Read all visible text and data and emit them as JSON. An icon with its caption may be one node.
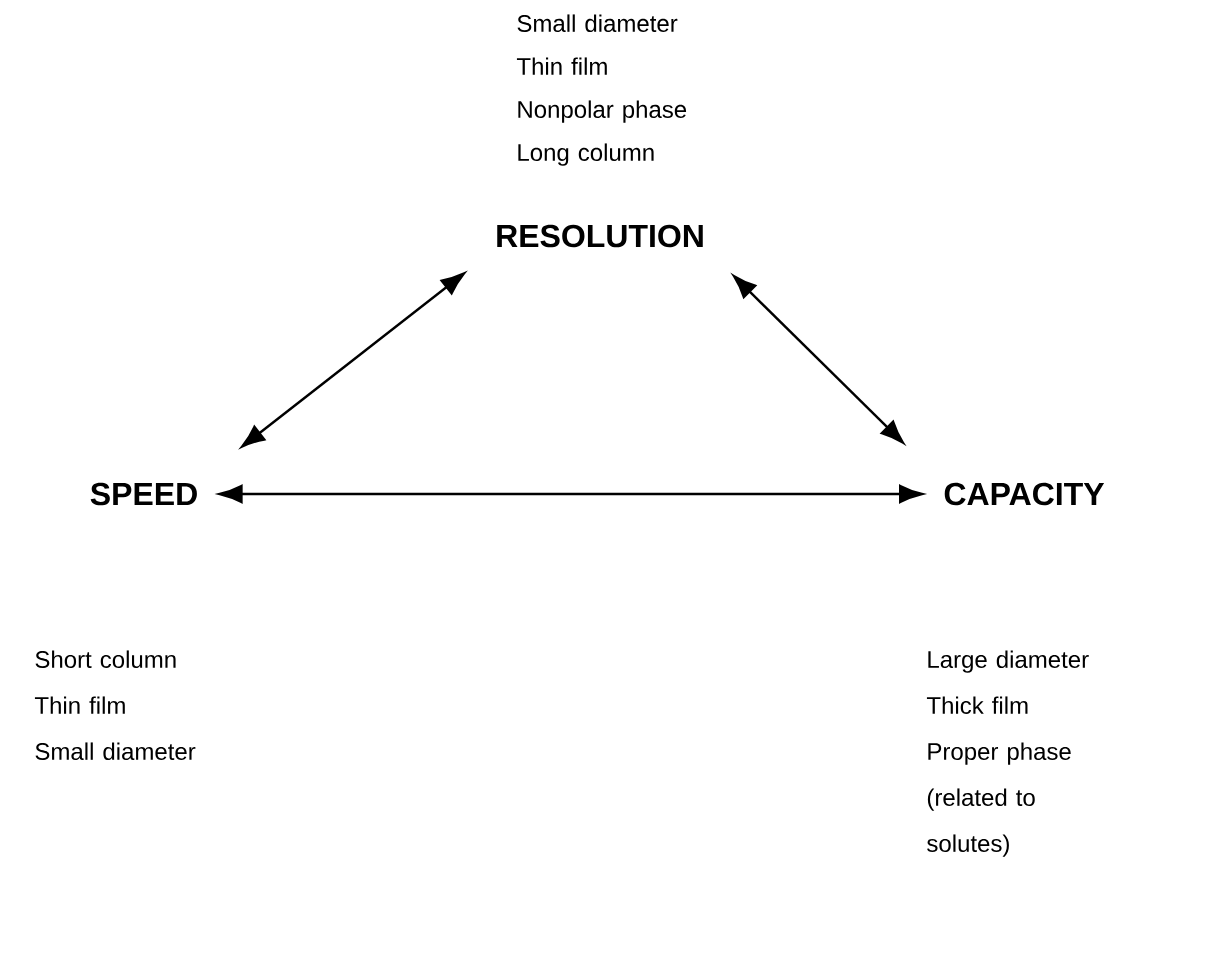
{
  "diagram": {
    "nodes": [
      {
        "text": [
          "RESOLUTION"
        ],
        "beside": [
          "Small diameter",
          "Thin film",
          "Nonpolar phase",
          "Long column"
        ]
      },
      {
        "text": [
          "SPEED"
        ],
        "beside": [
          "Short column",
          "Thin film",
          "Small diameter"
        ]
      },
      {
        "text": [
          "CAPACITY"
        ],
        "beside": [
          "Large diameter",
          "Thick film",
          "Proper phase (related to solutes)"
        ]
      }
    ],
    "edges": [
      {
        "from": 0,
        "to": 1,
        "arrow": "both"
      },
      {
        "from": 0,
        "to": 2,
        "arrow": "both"
      },
      {
        "from": 1,
        "to": 2,
        "arrow": "both"
      }
    ]
  }
}
